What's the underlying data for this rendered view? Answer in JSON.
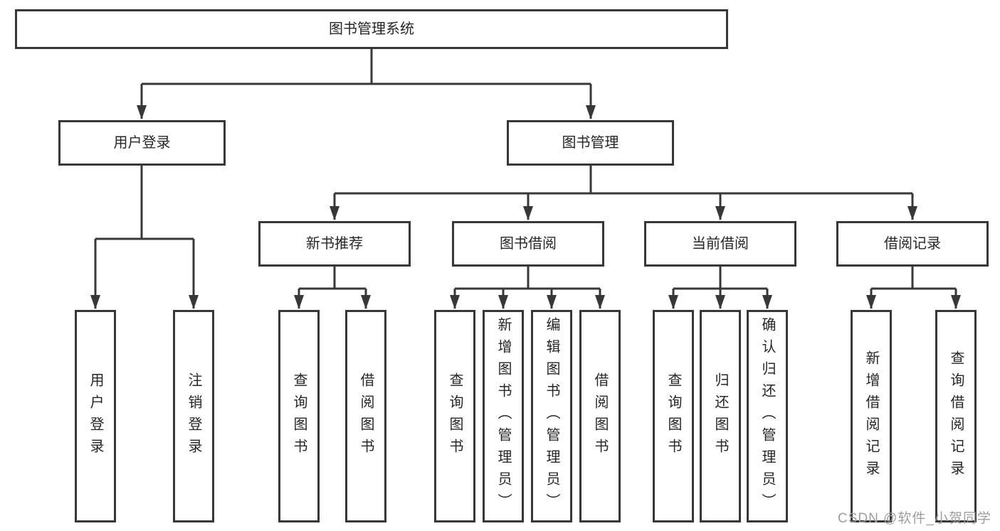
{
  "diagram_title": "图书管理系统",
  "colors": {
    "line": "#373737",
    "box_border": "#373737",
    "box_fill": "#ffffff",
    "text": "#262626",
    "background": "#ffffff",
    "watermark": "#9e9e9e"
  },
  "nodes": {
    "root": "图书管理系统",
    "user_login": "用户登录",
    "book_management": "图书管理",
    "new_book_recommend": "新书推荐",
    "book_borrow": "图书借阅",
    "current_borrow": "当前借阅",
    "borrow_records": "借阅记录",
    "login": "用户登录",
    "logout": "注销登录",
    "recommend_query_books": "查询图书",
    "recommend_borrow_books": "借阅图书",
    "borrow_query_books": "查询图书",
    "borrow_add_books": "新增图书（管理员）",
    "borrow_edit_books": "编辑图书（管理员）",
    "borrow_borrow_books": "借阅图书",
    "current_query_books": "查询图书",
    "current_return_books": "归还图书",
    "current_confirm_return": "确认归还（管理员）",
    "records_add_record": "新增借阅记录",
    "records_query_record": "查询借阅记录"
  },
  "tree": {
    "label": "图书管理系统",
    "children": [
      {
        "label": "用户登录",
        "children": [
          {
            "label": "用户登录"
          },
          {
            "label": "注销登录"
          }
        ]
      },
      {
        "label": "图书管理",
        "children": [
          {
            "label": "新书推荐",
            "children": [
              {
                "label": "查询图书"
              },
              {
                "label": "借阅图书"
              }
            ]
          },
          {
            "label": "图书借阅",
            "children": [
              {
                "label": "查询图书"
              },
              {
                "label": "新增图书（管理员）"
              },
              {
                "label": "编辑图书（管理员）"
              },
              {
                "label": "借阅图书"
              }
            ]
          },
          {
            "label": "当前借阅",
            "children": [
              {
                "label": "查询图书"
              },
              {
                "label": "归还图书"
              },
              {
                "label": "确认归还（管理员）"
              }
            ]
          },
          {
            "label": "借阅记录",
            "children": [
              {
                "label": "新增借阅记录"
              },
              {
                "label": "查询借阅记录"
              }
            ]
          }
        ]
      }
    ]
  },
  "watermark": {
    "text": "CSDN @软件_小贺同学"
  }
}
